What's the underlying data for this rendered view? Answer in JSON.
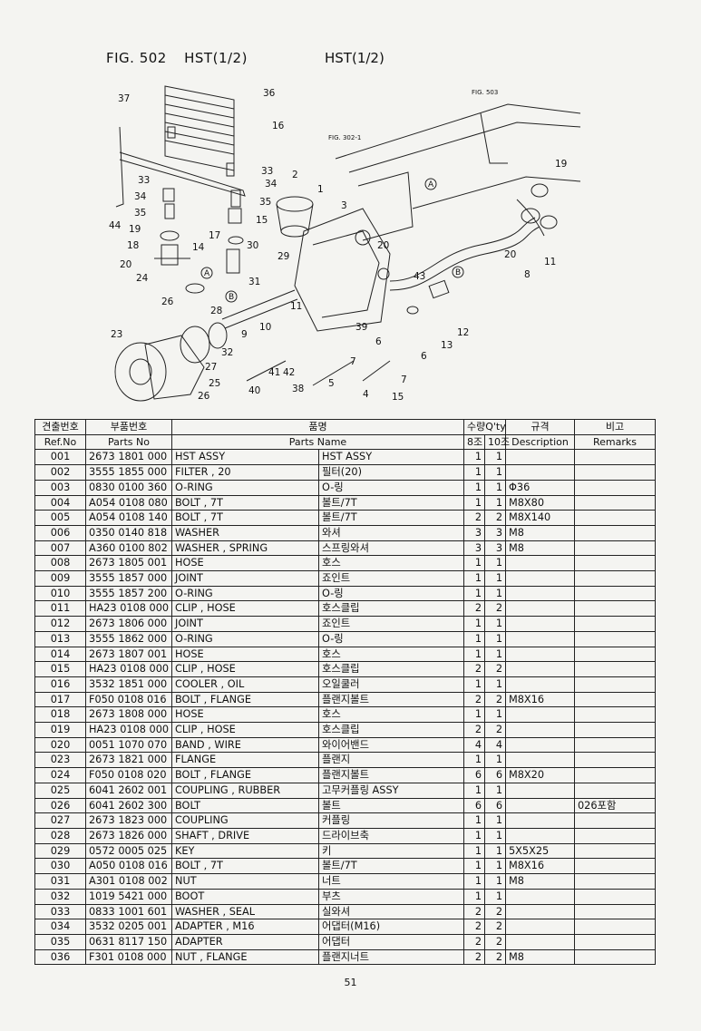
{
  "figure": {
    "fig_label": "FIG. 502",
    "title_left": "HST(1/2)",
    "title_right": "HST(1/2)",
    "callouts": [
      "37",
      "36",
      "16",
      "33",
      "34",
      "35",
      "19",
      "18",
      "20",
      "24",
      "26",
      "23",
      "44",
      "17",
      "14",
      "15",
      "33",
      "34",
      "35",
      "30",
      "29",
      "31",
      "28",
      "9",
      "10",
      "11",
      "32",
      "27",
      "25",
      "26",
      "40",
      "41",
      "42",
      "38",
      "5",
      "4",
      "7",
      "2",
      "1",
      "3",
      "20",
      "43",
      "39",
      "6",
      "7",
      "15",
      "12",
      "13",
      "6",
      "19",
      "20",
      "8",
      "11"
    ],
    "refs": [
      "FIG. 503",
      "FIG. 302-1"
    ],
    "markers": [
      "A",
      "B"
    ]
  },
  "table": {
    "headers": {
      "ref_kr": "견출번호",
      "ref_en": "Ref.No",
      "pn_kr": "부품번호",
      "pn_en": "Parts No",
      "name_kr": "품명",
      "name_en": "Parts Name",
      "qty_kr": "수량Q'ty",
      "q8": "8조",
      "q10": "10조",
      "desc_kr": "규격",
      "desc_en": "Description",
      "rem_kr": "비고",
      "rem_en": "Remarks"
    },
    "rows": [
      {
        "ref": "001",
        "pn": "2673 1801 000",
        "en": "HST ASSY",
        "kr": "HST ASSY",
        "q8": "1",
        "q10": "1",
        "desc": "",
        "rem": ""
      },
      {
        "ref": "002",
        "pn": "3555 1855 000",
        "en": "FILTER , 20",
        "kr": "필터(20)",
        "q8": "1",
        "q10": "1",
        "desc": "",
        "rem": ""
      },
      {
        "ref": "003",
        "pn": "0830 0100 360",
        "en": "O-RING",
        "kr": "O-링",
        "q8": "1",
        "q10": "1",
        "desc": "Φ36",
        "rem": ""
      },
      {
        "ref": "004",
        "pn": "A054 0108 080",
        "en": "BOLT , 7T",
        "kr": "볼트/7T",
        "q8": "1",
        "q10": "1",
        "desc": "M8X80",
        "rem": ""
      },
      {
        "ref": "005",
        "pn": "A054 0108 140",
        "en": "BOLT , 7T",
        "kr": "볼트/7T",
        "q8": "2",
        "q10": "2",
        "desc": "M8X140",
        "rem": ""
      },
      {
        "ref": "006",
        "pn": "0350 0140 818",
        "en": "WASHER",
        "kr": "와셔",
        "q8": "3",
        "q10": "3",
        "desc": "M8",
        "rem": ""
      },
      {
        "ref": "007",
        "pn": "A360 0100 802",
        "en": "WASHER , SPRING",
        "kr": "스프링와셔",
        "q8": "3",
        "q10": "3",
        "desc": "M8",
        "rem": ""
      },
      {
        "ref": "008",
        "pn": "2673 1805 001",
        "en": "HOSE",
        "kr": "호스",
        "q8": "1",
        "q10": "1",
        "desc": "",
        "rem": ""
      },
      {
        "ref": "009",
        "pn": "3555 1857 000",
        "en": "JOINT",
        "kr": "죠인트",
        "q8": "1",
        "q10": "1",
        "desc": "",
        "rem": ""
      },
      {
        "ref": "010",
        "pn": "3555 1857 200",
        "en": "O-RING",
        "kr": "O-링",
        "q8": "1",
        "q10": "1",
        "desc": "",
        "rem": ""
      },
      {
        "ref": "011",
        "pn": "HA23 0108 000",
        "en": "CLIP , HOSE",
        "kr": "호스클립",
        "q8": "2",
        "q10": "2",
        "desc": "",
        "rem": ""
      },
      {
        "ref": "012",
        "pn": "2673 1806 000",
        "en": "JOINT",
        "kr": "죠인트",
        "q8": "1",
        "q10": "1",
        "desc": "",
        "rem": ""
      },
      {
        "ref": "013",
        "pn": "3555 1862 000",
        "en": "O-RING",
        "kr": "O-링",
        "q8": "1",
        "q10": "1",
        "desc": "",
        "rem": ""
      },
      {
        "ref": "014",
        "pn": "2673 1807 001",
        "en": "HOSE",
        "kr": "호스",
        "q8": "1",
        "q10": "1",
        "desc": "",
        "rem": ""
      },
      {
        "ref": "015",
        "pn": "HA23 0108 000",
        "en": "CLIP , HOSE",
        "kr": "호스클립",
        "q8": "2",
        "q10": "2",
        "desc": "",
        "rem": ""
      },
      {
        "ref": "016",
        "pn": "3532 1851 000",
        "en": "COOLER , OIL",
        "kr": "오일쿨러",
        "q8": "1",
        "q10": "1",
        "desc": "",
        "rem": ""
      },
      {
        "ref": "017",
        "pn": "F050 0108 016",
        "en": "BOLT , FLANGE",
        "kr": "플랜지볼트",
        "q8": "2",
        "q10": "2",
        "desc": "M8X16",
        "rem": ""
      },
      {
        "ref": "018",
        "pn": "2673 1808 000",
        "en": "HOSE",
        "kr": "호스",
        "q8": "1",
        "q10": "1",
        "desc": "",
        "rem": ""
      },
      {
        "ref": "019",
        "pn": "HA23 0108 000",
        "en": "CLIP , HOSE",
        "kr": "호스클립",
        "q8": "2",
        "q10": "2",
        "desc": "",
        "rem": ""
      },
      {
        "ref": "020",
        "pn": "0051 1070 070",
        "en": "BAND , WIRE",
        "kr": "와이어밴드",
        "q8": "4",
        "q10": "4",
        "desc": "",
        "rem": ""
      },
      {
        "ref": "023",
        "pn": "2673 1821 000",
        "en": "FLANGE",
        "kr": "플랜지",
        "q8": "1",
        "q10": "1",
        "desc": "",
        "rem": ""
      },
      {
        "ref": "024",
        "pn": "F050 0108 020",
        "en": "BOLT , FLANGE",
        "kr": "플랜지볼트",
        "q8": "6",
        "q10": "6",
        "desc": "M8X20",
        "rem": ""
      },
      {
        "ref": "025",
        "pn": "6041 2602 001",
        "en": "COUPLING , RUBBER",
        "kr": "고무커플링 ASSY",
        "q8": "1",
        "q10": "1",
        "desc": "",
        "rem": ""
      },
      {
        "ref": "026",
        "pn": "6041 2602 300",
        "en": "BOLT",
        "kr": "볼트",
        "q8": "6",
        "q10": "6",
        "desc": "",
        "rem": "026포함"
      },
      {
        "ref": "027",
        "pn": "2673 1823 000",
        "en": "COUPLING",
        "kr": "커플링",
        "q8": "1",
        "q10": "1",
        "desc": "",
        "rem": ""
      },
      {
        "ref": "028",
        "pn": "2673 1826 000",
        "en": "SHAFT , DRIVE",
        "kr": "드라이브축",
        "q8": "1",
        "q10": "1",
        "desc": "",
        "rem": ""
      },
      {
        "ref": "029",
        "pn": "0572 0005 025",
        "en": "KEY",
        "kr": "키",
        "q8": "1",
        "q10": "1",
        "desc": "5X5X25",
        "rem": ""
      },
      {
        "ref": "030",
        "pn": "A050 0108 016",
        "en": "BOLT , 7T",
        "kr": "볼트/7T",
        "q8": "1",
        "q10": "1",
        "desc": "M8X16",
        "rem": ""
      },
      {
        "ref": "031",
        "pn": "A301 0108 002",
        "en": "NUT",
        "kr": "너트",
        "q8": "1",
        "q10": "1",
        "desc": "M8",
        "rem": ""
      },
      {
        "ref": "032",
        "pn": "1019 5421 000",
        "en": "BOOT",
        "kr": "부츠",
        "q8": "1",
        "q10": "1",
        "desc": "",
        "rem": ""
      },
      {
        "ref": "033",
        "pn": "0833 1001 601",
        "en": "WASHER , SEAL",
        "kr": "실와셔",
        "q8": "2",
        "q10": "2",
        "desc": "",
        "rem": ""
      },
      {
        "ref": "034",
        "pn": "3532 0205 001",
        "en": "ADAPTER , M16",
        "kr": "어댑터(M16)",
        "q8": "2",
        "q10": "2",
        "desc": "",
        "rem": ""
      },
      {
        "ref": "035",
        "pn": "0631 8117 150",
        "en": "ADAPTER",
        "kr": "어댑터",
        "q8": "2",
        "q10": "2",
        "desc": "",
        "rem": ""
      },
      {
        "ref": "036",
        "pn": "F301 0108 000",
        "en": "NUT , FLANGE",
        "kr": "플랜지너트",
        "q8": "2",
        "q10": "2",
        "desc": "M8",
        "rem": ""
      }
    ]
  },
  "page_number": "51"
}
